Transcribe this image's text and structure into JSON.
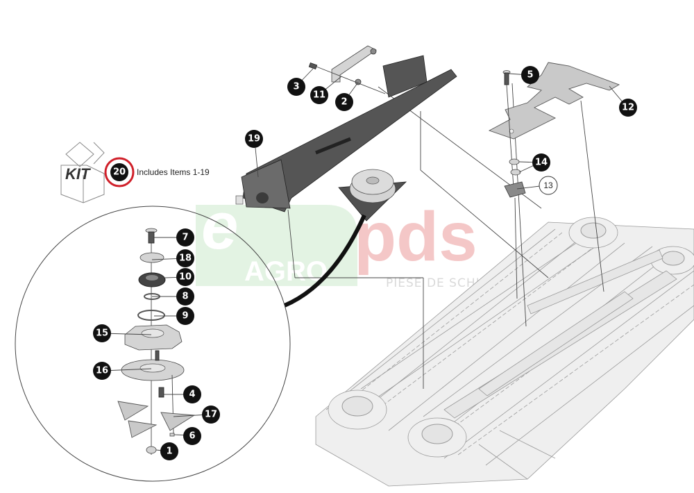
{
  "diagram": {
    "type": "exploded-parts-diagram",
    "kit": {
      "icon": "kit-box-icon",
      "icon_text": "KIT",
      "number": "20",
      "label": "Includes Items 1-19",
      "highlight_color": "#d0202a"
    },
    "callouts": [
      {
        "number": "1"
      },
      {
        "number": "2"
      },
      {
        "number": "3"
      },
      {
        "number": "4"
      },
      {
        "number": "5"
      },
      {
        "number": "6"
      },
      {
        "number": "7"
      },
      {
        "number": "8"
      },
      {
        "number": "9"
      },
      {
        "number": "10"
      },
      {
        "number": "11"
      },
      {
        "number": "12"
      },
      {
        "number": "13"
      },
      {
        "number": "14"
      },
      {
        "number": "15"
      },
      {
        "number": "16"
      },
      {
        "number": "17"
      },
      {
        "number": "18"
      },
      {
        "number": "19"
      }
    ],
    "watermark": {
      "brand_left": "e",
      "brand_left_word": "AGRO",
      "brand_right": "pds",
      "tagline": "PIESE DE SCHIMB",
      "green": "#e3f3e3",
      "red": "#f4c7c7"
    }
  }
}
